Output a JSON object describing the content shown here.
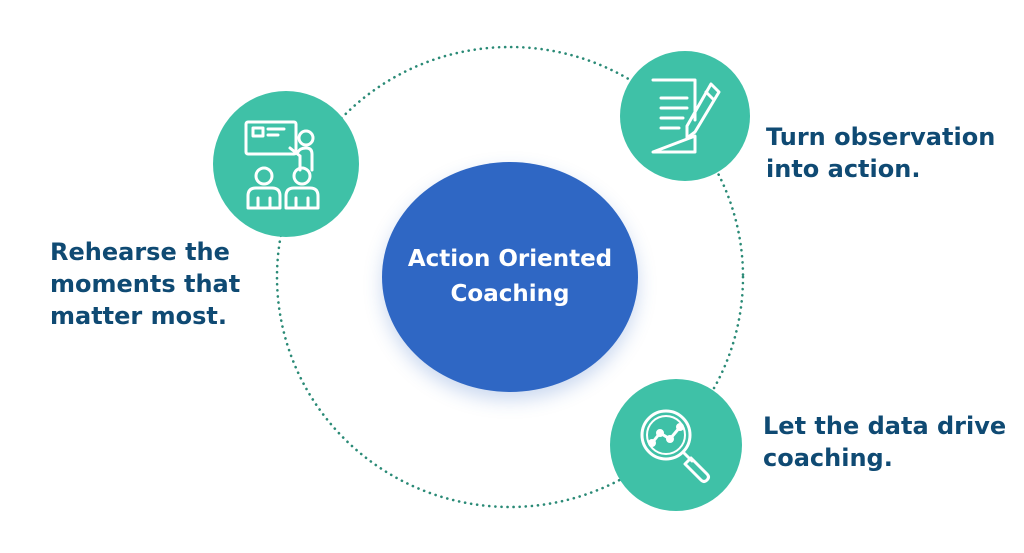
{
  "center": {
    "line1": "Action Oriented",
    "line2": "Coaching"
  },
  "items": [
    {
      "icon": "presentation-coaching-icon",
      "line1": "Rehearse the",
      "line2": "moments that",
      "line3": "matter most."
    },
    {
      "icon": "document-pen-icon",
      "line1": "Turn observation",
      "line2": "into action."
    },
    {
      "icon": "magnifier-chart-icon",
      "line1": "Let the data drive",
      "line2": "coaching."
    }
  ],
  "colors": {
    "center": "#2f67c4",
    "icon_circle": "#3fc1a7",
    "caption_text": "#0f4a73",
    "orbit_dots": "#2a8a76"
  }
}
